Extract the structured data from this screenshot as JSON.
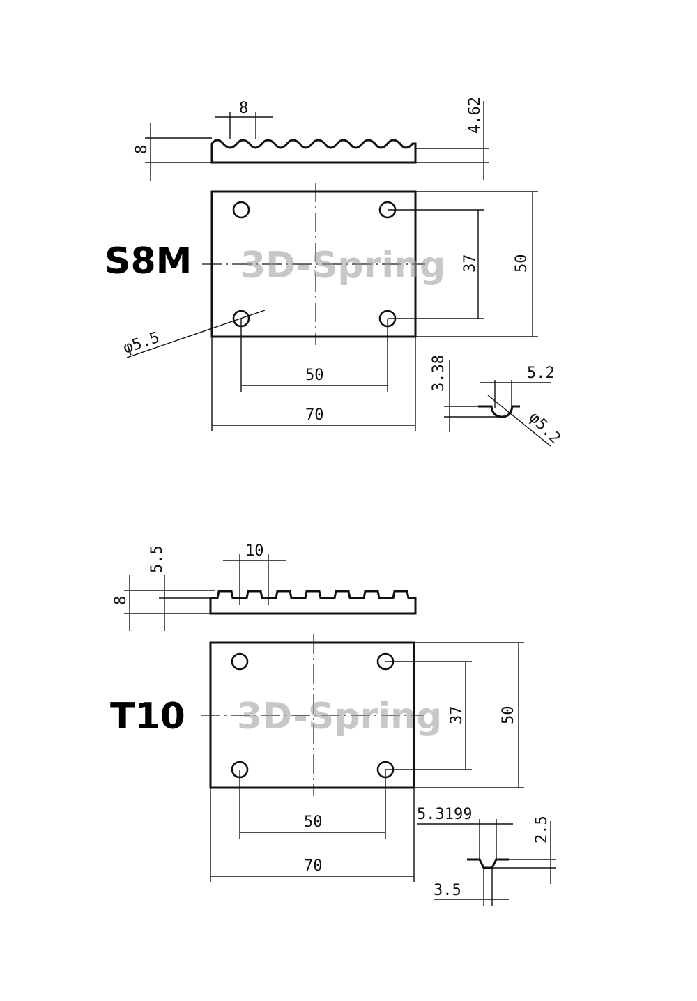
{
  "watermark": "3D-Spring",
  "s8m": {
    "title": "S8M",
    "pitch": "8",
    "belt_height": "8",
    "tooth_height": "4.62",
    "hole_dia": "φ5.5",
    "hole_spacing_y": "37",
    "plate_height": "50",
    "hole_spacing_x": "50",
    "plate_width": "70",
    "groove_depth": "3.38",
    "groove_width": "5.2",
    "groove_dia": "φ5.2"
  },
  "t10": {
    "title": "T10",
    "pitch": "10",
    "tooth_height": "5.5",
    "belt_height": "8",
    "hole_spacing_y": "37",
    "plate_height": "50",
    "hole_spacing_x": "50",
    "plate_width": "70",
    "groove_top_width": "5.3199",
    "groove_depth": "2.5",
    "groove_bottom_width": "3.5"
  }
}
